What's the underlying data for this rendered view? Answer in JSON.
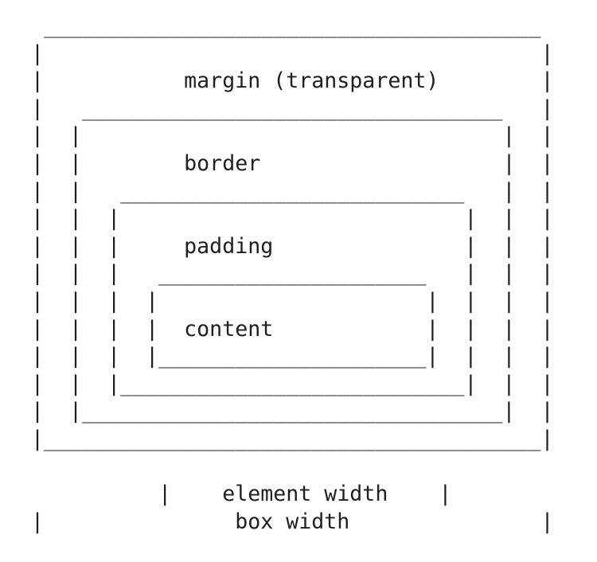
{
  "colors": {
    "bg": "#ffffff",
    "ink": "#1f1f1f"
  },
  "diagram": {
    "kind": "css-box-model-ascii",
    "labels": {
      "margin": "margin (transparent)",
      "border": "border",
      "padding": "padding",
      "content": "content",
      "element_width": "element width",
      "box_width": "box width"
    },
    "rows": [
      {
        "text": "   _______________________________________"
      },
      {
        "text": "  |                                       |"
      },
      {
        "left": "  |           ",
        "label": "margin (transparent)",
        "right": "        |"
      },
      {
        "text": "  |   _________________________________   |"
      },
      {
        "text": "  |  |                                 |  |"
      },
      {
        "left": "  |  |        ",
        "label": "border",
        "right": "                   |  |"
      },
      {
        "text": "  |  |   ___________________________   |  |"
      },
      {
        "text": "  |  |  |                           |  |  |"
      },
      {
        "left": "  |  |  |     ",
        "label": "padding",
        "right": "               |  |  |"
      },
      {
        "text": "  |  |  |   _____________________   |  |  |"
      },
      {
        "text": "  |  |  |  |                     |  |  |  |"
      },
      {
        "left": "  |  |  |  |  ",
        "label": "content",
        "right": "            |  |  |  |"
      },
      {
        "text": "  |  |  |  |_____________________|  |  |  |"
      },
      {
        "text": "  |  |  |___________________________|  |  |"
      },
      {
        "text": "  |  |_________________________________|  |"
      },
      {
        "text": "  |_______________________________________|"
      },
      {
        "text": ""
      },
      {
        "left": "            |    ",
        "label": "element width",
        "right": "    |"
      },
      {
        "left": "  |               ",
        "label": "box width",
        "right": "               |"
      }
    ]
  }
}
